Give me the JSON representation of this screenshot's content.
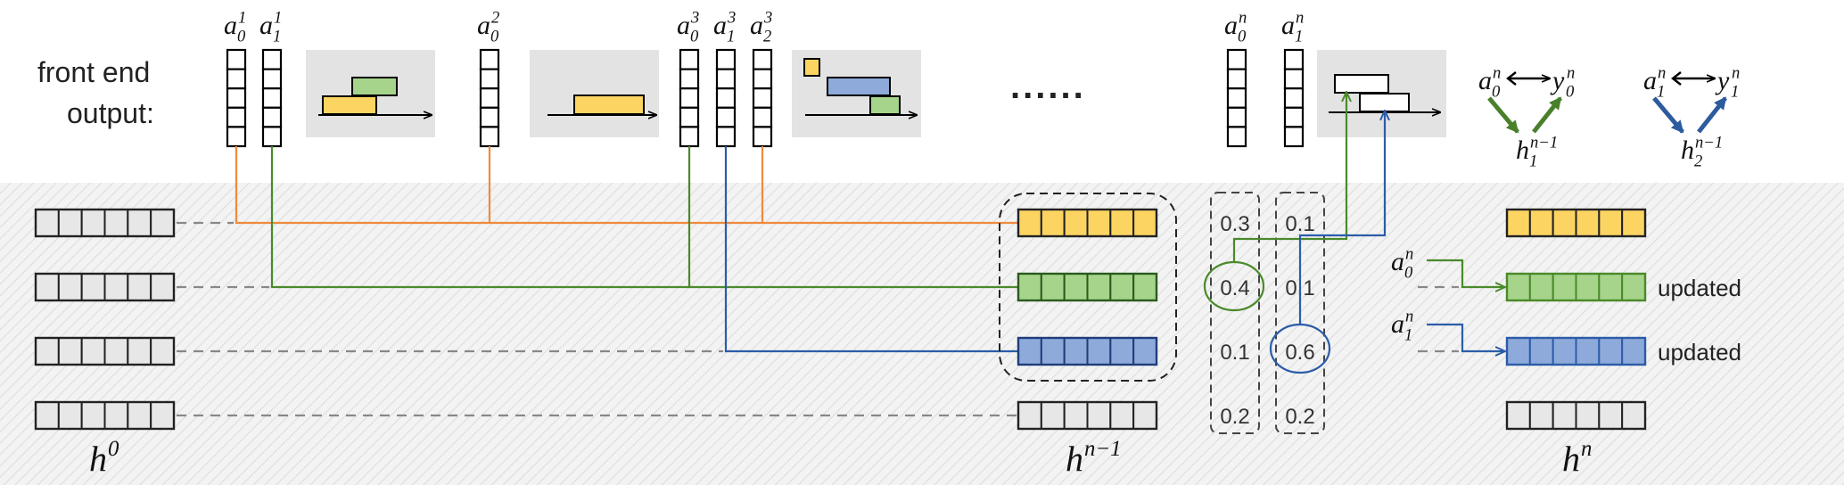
{
  "header": {
    "front_end_line1": "front end",
    "front_end_line2": "output:",
    "ellipsis": "......"
  },
  "columns": [
    {
      "id": "a0_1",
      "base": "a",
      "sub": "0",
      "sup": "1"
    },
    {
      "id": "a1_1",
      "base": "a",
      "sub": "1",
      "sup": "1"
    },
    {
      "id": "a0_2",
      "base": "a",
      "sub": "0",
      "sup": "2"
    },
    {
      "id": "a0_3",
      "base": "a",
      "sub": "0",
      "sup": "3"
    },
    {
      "id": "a1_3",
      "base": "a",
      "sub": "1",
      "sup": "3"
    },
    {
      "id": "a2_3",
      "base": "a",
      "sub": "2",
      "sup": "3"
    },
    {
      "id": "a0_n",
      "base": "a",
      "sub": "0",
      "sup": "n"
    },
    {
      "id": "a1_n",
      "base": "a",
      "sub": "1",
      "sup": "n"
    }
  ],
  "relations": [
    {
      "a": {
        "base": "a",
        "sub": "0",
        "sup": "n"
      },
      "y": {
        "base": "y",
        "sub": "0",
        "sup": "n"
      },
      "h": {
        "base": "h",
        "sub": "1",
        "sup": "n−1"
      },
      "color": "#4a7f2b"
    },
    {
      "a": {
        "base": "a",
        "sub": "1",
        "sup": "n"
      },
      "y": {
        "base": "y",
        "sub": "1",
        "sup": "n"
      },
      "h": {
        "base": "h",
        "sub": "2",
        "sup": "n−1"
      },
      "color": "#2c5b9e"
    }
  ],
  "scores": {
    "col1": [
      "0.3",
      "0.4",
      "0.1",
      "0.2"
    ],
    "col2": [
      "0.1",
      "0.1",
      "0.6",
      "0.2"
    ]
  },
  "inputs": [
    {
      "base": "a",
      "sub": "0",
      "sup": "n"
    },
    {
      "base": "a",
      "sub": "1",
      "sup": "n"
    }
  ],
  "status": {
    "row2": "updated",
    "row3": "updated"
  },
  "labels": {
    "h0": {
      "base": "h",
      "sup": "0"
    },
    "hn1": {
      "base": "h",
      "sup": "n−1"
    },
    "hn": {
      "base": "h",
      "sup": "n"
    }
  },
  "colors": {
    "yellow": "#fcd462",
    "green": "#a6d48a",
    "blue": "#8eaadb",
    "gray": "#e7e7e7",
    "orange_line": "#ef8a3d",
    "green_line": "#4a8a2a",
    "blue_line": "#2c5ca8"
  }
}
